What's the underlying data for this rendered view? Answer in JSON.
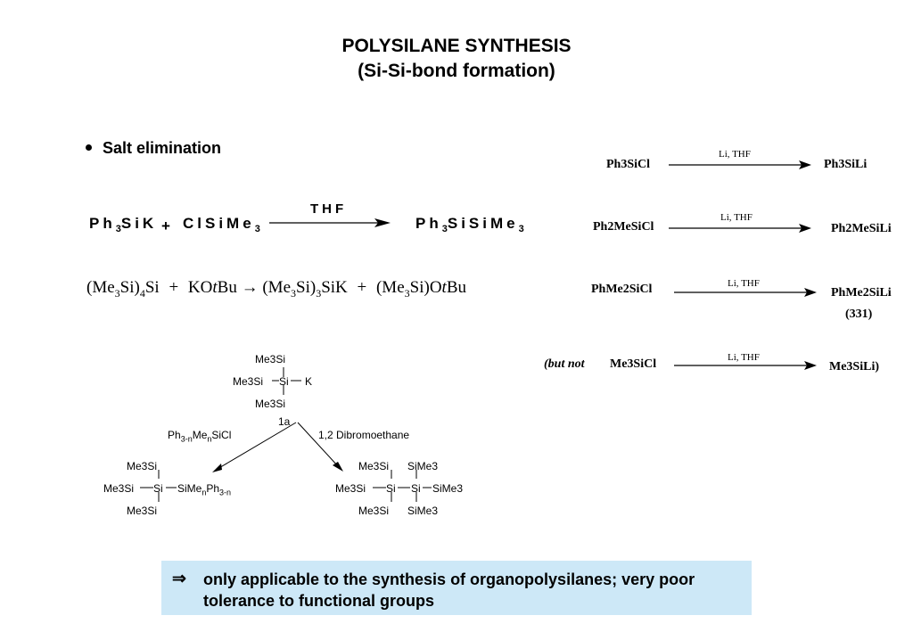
{
  "title_line1": "POLYSILANE SYNTHESIS",
  "title_line2": "(Si-Si-bond formation)",
  "bullet_label": "Salt elimination",
  "reaction1": {
    "reactant1_a": "Ph",
    "reactant1_s1": "3",
    "reactant1_b": "SiK",
    "plus": "+",
    "reactant2_a": "ClSiMe",
    "reactant2_s1": "3",
    "arrow_label": "THF",
    "product_a": "Ph",
    "product_s1": "3",
    "product_b": "SiSiMe",
    "product_s2": "3"
  },
  "reaction2": {
    "r1_a": "(Me",
    "r1_s1": "3",
    "r1_b": "Si)",
    "r1_s2": "4",
    "r1_c": "Si",
    "plus1": "+",
    "r2_a": "KO",
    "r2_t": "t",
    "r2_b": "Bu",
    "arrow": "→",
    "p1_a": "(Me",
    "p1_s1": "3",
    "p1_b": "Si)",
    "p1_s2": "3",
    "p1_c": "SiK",
    "plus2": "+",
    "p2_a": "(Me",
    "p2_s1": "3",
    "p2_b": "Si)O",
    "p2_t": "t",
    "p2_c": "Bu"
  },
  "scheme": {
    "center_me3si_top": "Me3Si",
    "center_me3si_left": "Me3Si",
    "center_si": "Si",
    "center_k": "K",
    "center_me3si_bottom": "Me3Si",
    "compound_label": "1a",
    "left_reagent_a": "Ph",
    "left_reagent_s1": "3-n",
    "left_reagent_b": "Me",
    "left_reagent_s2": "n",
    "left_reagent_c": "SiCl",
    "right_reagent": "1,2 Dibromoethane",
    "lp_top": "Me3Si",
    "lp_left": "Me3Si",
    "lp_si": "Si",
    "lp_right_a": "SiMe",
    "lp_right_s1": "n",
    "lp_right_b": "Ph",
    "lp_right_s2": "3-n",
    "lp_bottom": "Me3Si",
    "rp_top1": "Me3Si",
    "rp_top2": "SiMe3",
    "rp_left": "Me3Si",
    "rp_si1": "Si",
    "rp_si2": "Si",
    "rp_right": "SiMe3",
    "rp_bottom1": "Me3Si",
    "rp_bottom2": "SiMe3"
  },
  "right_panel": {
    "rows": [
      {
        "reactant": "Ph3SiCl",
        "conditions": "Li, THF",
        "product": "Ph3SiLi"
      },
      {
        "reactant": "Ph2MeSiCl",
        "conditions": "Li, THF",
        "product": "Ph2MeSiLi"
      },
      {
        "reactant": "PhMe2SiCl",
        "conditions": "Li, THF",
        "product": "PhMe2SiLi",
        "number": "(331)"
      },
      {
        "prefix": "(but not",
        "reactant": "Me3SiCl",
        "conditions": "Li, THF",
        "product": "Me3SiLi)"
      }
    ]
  },
  "note_symbol": "⇒",
  "note_text": "only applicable to the synthesis of organopolysilanes; very poor tolerance to functional groups"
}
